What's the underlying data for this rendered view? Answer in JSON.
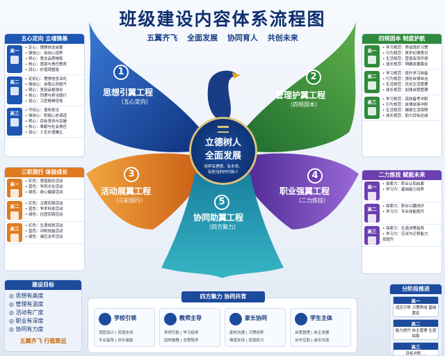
{
  "title": "班级建设内容体系流程图",
  "subtitle": "五翼齐飞 全面发展 协同育人 共创未来",
  "core": {
    "l1": "立德树人",
    "l2": "全面发展",
    "l3": "培养有理想、有本领、",
    "l4": "有担当的时代新人"
  },
  "wings": [
    {
      "num": "1",
      "title": "思想引翼工程",
      "sub": "（五心定向）",
      "color": "#1d56b3"
    },
    {
      "num": "2",
      "title": "管理护翼工程",
      "sub": "（四规固本）",
      "color": "#2f8a3c"
    },
    {
      "num": "3",
      "title": "活动展翼工程",
      "sub": "（三彩润行）",
      "color": "#e07b1f"
    },
    {
      "num": "4",
      "title": "职业强翼工程",
      "sub": "（二力炼技）",
      "color": "#6b3fb0"
    },
    {
      "num": "5",
      "title": "协同助翼工程",
      "sub": "（四方聚力）",
      "color": "#1a8ea6"
    }
  ],
  "left_panels": [
    {
      "head": "五心定向 立魂铸基",
      "color": "#1d56b3",
      "grades": [
        {
          "g": "高一",
          "lines": [
            "• 定心：理想信念启蒙",
            "• 强信心：自信心培养",
            "• 明心：意志品质锤炼",
            "• 核心：感恩与责任教育",
            "• 润心：价值观塑造"
          ]
        },
        {
          "g": "高二",
          "lines": [
            "• 定初心：理想信念深化",
            "• 强信心：自我认同提升",
            "• 明心：坚韧品格强化",
            "• 核心：同理与担当践行",
            "• 润心：工匠精神培育"
          ]
        },
        {
          "g": "高三",
          "lines": [
            "• 守初心：使命担当",
            "• 强信心：积极心态调适",
            "• 明心：目标坚持与突破",
            "• 核心：奉献与社会责任",
            "• 润心：人生价值确立"
          ]
        }
      ]
    },
    {
      "head": "三彩润行 体验成长",
      "color": "#e07b1f",
      "grades": [
        {
          "g": "高一",
          "lines": [
            "• 红色：爱国励志活动",
            "• 蓝色：学风文化活动",
            "• 绿色：身心健康活动"
          ]
        },
        {
          "g": "高二",
          "lines": [
            "• 红色：主题实践活动",
            "• 蓝色：学术科技活动",
            "• 绿色：社团实践活动"
          ]
        },
        {
          "g": "高三",
          "lines": [
            "• 红色：生涯规划活动",
            "• 蓝色：冲刺技能活动",
            "• 绿色：减压关怀活动"
          ]
        }
      ]
    }
  ],
  "right_panels": [
    {
      "head": "四规固本 制度护航",
      "color": "#2f8a3c",
      "grades": [
        {
          "g": "高一",
          "lines": [
            "• 学习规范：养成良好习惯",
            "• 行为规范：筑牢纪律意识",
            "• 生活规范：营造有序环境",
            "• 成长规范：明确发展路径"
          ]
        },
        {
          "g": "高二",
          "lines": [
            "• 学习规范：提升学习效能",
            "• 行为规范：强化自律自治",
            "• 生活规范：优化生活管理",
            "• 成长规范：加强自我管理"
          ]
        },
        {
          "g": "高三",
          "lines": [
            "• 学习规范：高效备考冲刺",
            "• 行为规范：自律自强冲刺",
            "• 生活规范：健康生活保障",
            "• 成长规范：助力目标达成"
          ]
        }
      ]
    },
    {
      "head": "二力炼技 赋能未来",
      "color": "#6b3fb0",
      "grades": [
        {
          "g": "高一",
          "lines": [
            "• 探索力：职业认知启蒙",
            "• 学习力：基础能力培养"
          ]
        },
        {
          "g": "高二",
          "lines": [
            "• 探索力：职业兴趣测评",
            "• 学习力：专业技能提升"
          ]
        },
        {
          "g": "高三",
          "lines": [
            "• 探索力：生涯决策指导",
            "• 学习力：应试与迁移能力",
            "  双提升"
          ]
        }
      ]
    }
  ],
  "goals": {
    "head": "建设目标",
    "items": [
      "思想有高度",
      "管理有温度",
      "活动有广度",
      "职业有深度",
      "协同有力度"
    ],
    "foot": "五翼齐飞 行稳致远"
  },
  "stages": {
    "head": "分阶段推进",
    "items": [
      {
        "g": "高一",
        "t": "适应引导 习惯养成 基础奠定"
      },
      {
        "g": "高二",
        "t": "能力提升 自主管理 生涯探索"
      },
      {
        "g": "高三",
        "t": "目标冲刺 ..."
      }
    ]
  },
  "collab": {
    "head": "四方聚力 协同共育",
    "cards": [
      {
        "title": "学校引领",
        "l1": "顶层设计 | 资源支持",
        "l2": "专业指导 | 评价激励"
      },
      {
        "title": "教师主导",
        "l1": "导师引航 | 学习指导",
        "l2": "因材施教 | 全程陪伴"
      },
      {
        "title": "家长协同",
        "l1": "家校沟通 | 习惯培养",
        "l2": "情感支持 | 资源助力"
      },
      {
        "title": "学生主体",
        "l1": "自我管理 | 自主发展",
        "l2": "合作互助 | 成长共进"
      }
    ]
  }
}
